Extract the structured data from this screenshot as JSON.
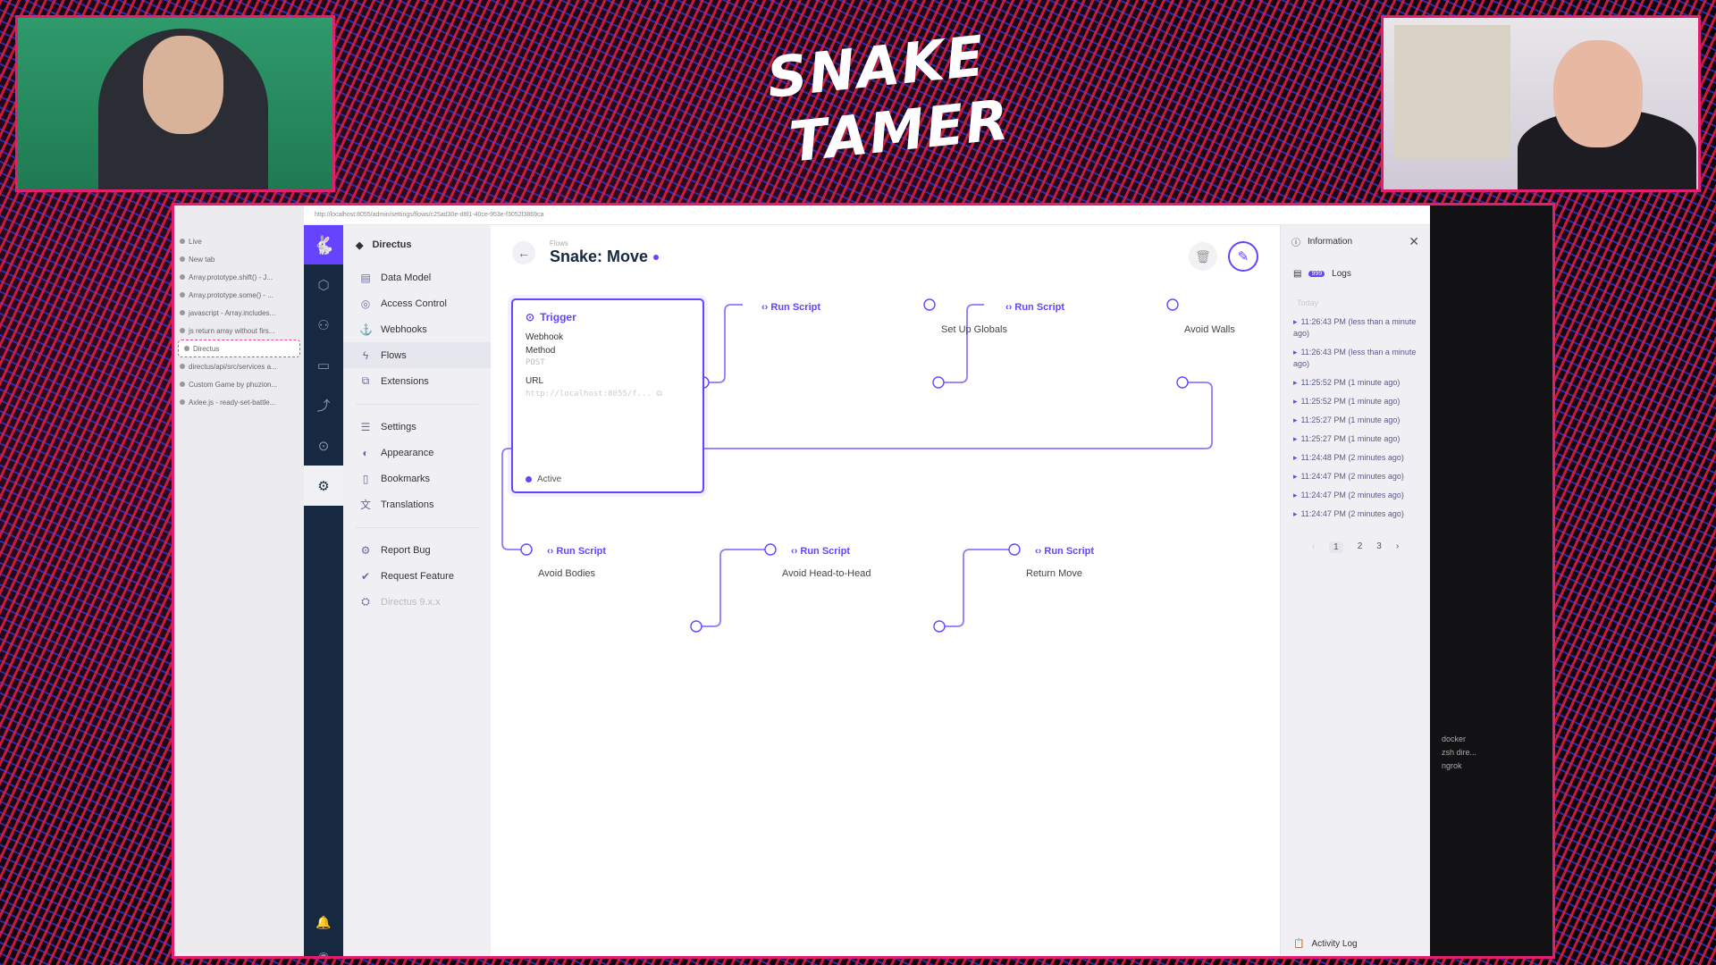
{
  "overlay": {
    "logo_line1": "SNAKE",
    "logo_line2": "TAMER"
  },
  "browser_sidebar": {
    "items": [
      "Live",
      "New tab",
      "Array.prototype.shift() - J...",
      "Array.prototype.some() - ...",
      "javascript - Array.includes...",
      "js return array without firs...",
      "Directus",
      "directus/api/src/services a...",
      "Custom Game by phuzion...",
      "Axlee.js - ready-set-battle..."
    ]
  },
  "browser": {
    "url": "http://localhost:8055/admin/settings/flows/c25ad30e-d8f1-40ce-953e-f3052f3869ca"
  },
  "nav": {
    "project": "Directus",
    "items": [
      {
        "icon": "▤",
        "label": "Data Model"
      },
      {
        "icon": "◎",
        "label": "Access Control"
      },
      {
        "icon": "⚓",
        "label": "Webhooks"
      },
      {
        "icon": "ϟ",
        "label": "Flows"
      },
      {
        "icon": "⧉",
        "label": "Extensions"
      }
    ],
    "items2": [
      {
        "icon": "☰",
        "label": "Settings"
      },
      {
        "icon": "◐",
        "label": "Appearance"
      },
      {
        "icon": "▯",
        "label": "Bookmarks"
      },
      {
        "icon": "文",
        "label": "Translations"
      }
    ],
    "items3": [
      {
        "icon": "⚙",
        "label": "Report Bug"
      },
      {
        "icon": "✔",
        "label": "Request Feature"
      },
      {
        "icon": "⛭",
        "label": "Directus 9.x.x"
      }
    ]
  },
  "header": {
    "breadcrumb": "Flows",
    "title": "Snake: Move"
  },
  "trigger": {
    "title": "Trigger",
    "type": "Webhook",
    "method_label": "Method",
    "method_value": "POST",
    "url_label": "URL",
    "url_value": "http://localhost:8055/f...",
    "status": "Active"
  },
  "operations": [
    {
      "head": "Run Script",
      "name": "Set Up Globals"
    },
    {
      "head": "Run Script",
      "name": "Avoid Walls"
    },
    {
      "head": "Run Script",
      "name": "Avoid Bodies"
    },
    {
      "head": "Run Script",
      "name": "Avoid Head-to-Head"
    },
    {
      "head": "Run Script",
      "name": "Return Move"
    }
  ],
  "info_panel": {
    "title": "Information",
    "logs_title": "Logs",
    "logs_badge": "999",
    "logs_sub": "Today",
    "logs": [
      "11:26:43 PM (less than a minute ago)",
      "11:26:43 PM (less than a minute ago)",
      "11:25:52 PM (1 minute ago)",
      "11:25:52 PM (1 minute ago)",
      "11:25:27 PM (1 minute ago)",
      "11:25:27 PM (1 minute ago)",
      "11:24:48 PM (2 minutes ago)",
      "11:24:47 PM (2 minutes ago)",
      "11:24:47 PM (2 minutes ago)",
      "11:24:47 PM (2 minutes ago)"
    ],
    "pages": [
      "1",
      "2",
      "3"
    ],
    "activity_log": "Activity Log"
  },
  "terminal": {
    "lines": [
      "docker",
      "zsh dire...",
      "ngrok"
    ]
  },
  "colors": {
    "accent": "#6644ff",
    "frame_border": "#e0206e",
    "module_bar": "#172940"
  }
}
